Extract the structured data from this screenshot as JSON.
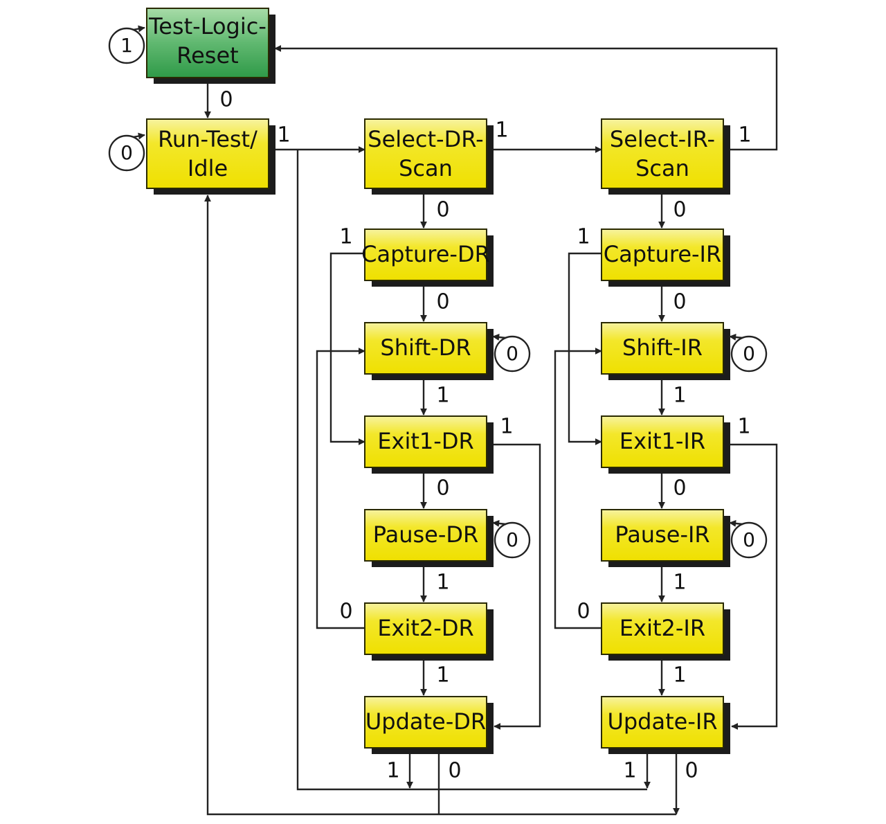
{
  "states": {
    "tlr": [
      "Test-Logic-",
      "Reset"
    ],
    "rti": [
      "Run-Test/",
      "Idle"
    ],
    "sdr": [
      "Select-DR-",
      "Scan"
    ],
    "sir": [
      "Select-IR-",
      "Scan"
    ],
    "cdr": [
      "Capture-DR"
    ],
    "cir": [
      "Capture-IR"
    ],
    "shdr": [
      "Shift-DR"
    ],
    "shir": [
      "Shift-IR"
    ],
    "e1dr": [
      "Exit1-DR"
    ],
    "e1ir": [
      "Exit1-IR"
    ],
    "pdr": [
      "Pause-DR"
    ],
    "pir": [
      "Pause-IR"
    ],
    "e2dr": [
      "Exit2-DR"
    ],
    "e2ir": [
      "Exit2-IR"
    ],
    "udr": [
      "Update-DR"
    ],
    "uir": [
      "Update-IR"
    ]
  },
  "transitions": {
    "tlr_self": "1",
    "tlr_to_rti": "0",
    "rti_self": "0",
    "rti_to_sdr": "1",
    "sdr_to_sir": "1",
    "sir_to_tlr": "1",
    "sdr_to_cdr": "0",
    "sir_to_cir": "0",
    "cdr_to_e1dr": "1",
    "cir_to_e1ir": "1",
    "cdr_to_shdr": "0",
    "cir_to_shir": "0",
    "shdr_self": "0",
    "shir_self": "0",
    "shdr_to_e1dr": "1",
    "shir_to_e1ir": "1",
    "e1dr_to_udr": "1",
    "e1ir_to_uir": "1",
    "e1dr_to_pdr": "0",
    "e1ir_to_pir": "0",
    "pdr_self": "0",
    "pir_self": "0",
    "pdr_to_e2dr": "1",
    "pir_to_e2ir": "1",
    "e2dr_to_shdr": "0",
    "e2ir_to_shir": "0",
    "e2dr_to_udr": "1",
    "e2ir_to_uir": "1",
    "udr_to_sdr": "1",
    "udr_to_rti": "0",
    "uir_to_sdr": "1",
    "uir_to_rti": "0"
  },
  "colors": {
    "state_fill_top": "#f6f05a",
    "state_fill": "#f2e400",
    "reset_fill_top": "#9fd79f",
    "reset_fill": "#3aa050",
    "line": "#222222"
  }
}
